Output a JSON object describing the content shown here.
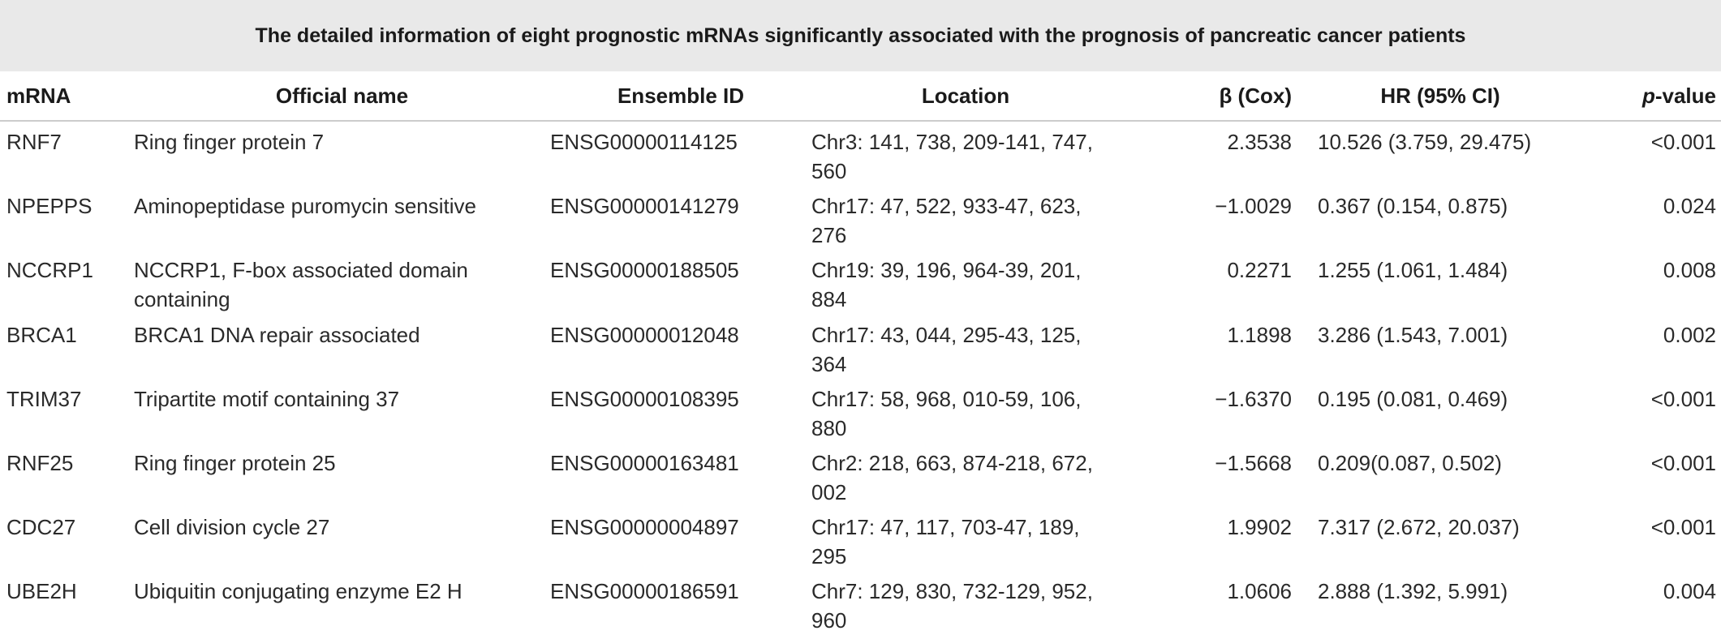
{
  "table": {
    "caption": "The detailed information of eight prognostic mRNAs significantly associated with the prognosis of pancreatic cancer patients",
    "headers": {
      "mrna": "mRNA",
      "official_name": "Official name",
      "ensemble_id": "Ensemble ID",
      "location": "Location",
      "beta": "β (Cox)",
      "hr": "HR (95% CI)",
      "p_italic": "p",
      "p_rest": "-value"
    },
    "rows": [
      {
        "mrna": "RNF7",
        "name": "Ring finger protein 7",
        "ens": "ENSG00000114125",
        "loc": "Chr3: 141, 738, 209-141, 747, 560",
        "beta": "2.3538",
        "hr": "10.526 (3.759, 29.475)",
        "p": "<0.001"
      },
      {
        "mrna": "NPEPPS",
        "name": "Aminopeptidase puromycin sensitive",
        "ens": "ENSG00000141279",
        "loc": "Chr17: 47, 522, 933-47, 623, 276",
        "beta": "−1.0029",
        "hr": "0.367 (0.154, 0.875)",
        "p": "0.024"
      },
      {
        "mrna": "NCCRP1",
        "name": "NCCRP1, F-box associated domain containing",
        "ens": "ENSG00000188505",
        "loc": "Chr19: 39, 196, 964-39, 201, 884",
        "beta": "0.2271",
        "hr": "1.255 (1.061, 1.484)",
        "p": "0.008"
      },
      {
        "mrna": "BRCA1",
        "name": "BRCA1 DNA repair associated",
        "ens": "ENSG00000012048",
        "loc": "Chr17: 43, 044, 295-43, 125, 364",
        "beta": "1.1898",
        "hr": "3.286 (1.543, 7.001)",
        "p": "0.002"
      },
      {
        "mrna": "TRIM37",
        "name": "Tripartite motif containing 37",
        "ens": "ENSG00000108395",
        "loc": "Chr17: 58, 968, 010-59, 106, 880",
        "beta": "−1.6370",
        "hr": "0.195 (0.081, 0.469)",
        "p": "<0.001"
      },
      {
        "mrna": "RNF25",
        "name": "Ring finger protein 25",
        "ens": "ENSG00000163481",
        "loc": "Chr2: 218, 663, 874-218, 672, 002",
        "beta": "−1.5668",
        "hr": "0.209(0.087, 0.502)",
        "p": "<0.001"
      },
      {
        "mrna": "CDC27",
        "name": "Cell division cycle 27",
        "ens": "ENSG00000004897",
        "loc": "Chr17: 47, 117, 703-47, 189, 295",
        "beta": "1.9902",
        "hr": "7.317 (2.672, 20.037)",
        "p": "<0.001"
      },
      {
        "mrna": "UBE2H",
        "name": "Ubiquitin conjugating enzyme E2 H",
        "ens": "ENSG00000186591",
        "loc": "Chr7: 129, 830, 732-129, 952, 960",
        "beta": "1.0606",
        "hr": "2.888 (1.392, 5.991)",
        "p": "0.004"
      }
    ]
  },
  "colors": {
    "caption_background": "#e9e9e9",
    "rule": "#cccccc",
    "text": "#222222"
  }
}
